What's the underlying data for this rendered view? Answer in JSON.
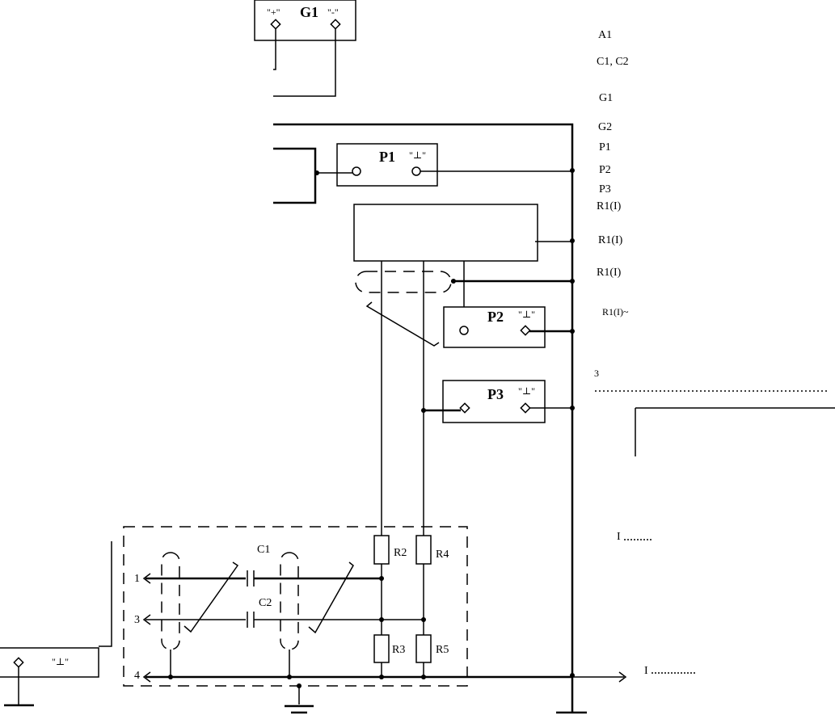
{
  "components": {
    "g1": {
      "name": "G1",
      "plus": "\"+\"",
      "minus": "\"-\""
    },
    "p1": {
      "name": "P1",
      "ground": "\"⊥\""
    },
    "p2": {
      "name": "P2",
      "ground": "\"⊥\""
    },
    "p3": {
      "name": "P3",
      "ground": "\"⊥\""
    },
    "c1": "C1",
    "c2": "C2",
    "r2": "R2",
    "r3": "R3",
    "r4": "R4",
    "r5": "R5",
    "bottom_left_ground": "\"⊥\""
  },
  "connectors": {
    "pin1": "1",
    "pin3": "3",
    "pin4": "4"
  },
  "legend": [
    "A1",
    "C1, C2",
    "G1",
    "G2",
    "P1",
    "P2",
    "P3",
    "R1(I)",
    "R1(I)",
    "R1(I)"
  ],
  "fragments": {
    "r1_partial": "R1(I)~",
    "num_3": "3",
    "i_left": "I",
    "i_bottom": "I"
  }
}
